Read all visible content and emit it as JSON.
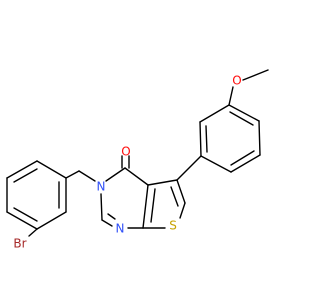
{
  "atoms": {
    "oxygen_carbonyl": "O",
    "nitrogen_3": "N",
    "nitrogen_1": "N",
    "sulfur": "S",
    "bromine": "Br",
    "oxygen_methoxy": "O"
  },
  "colors": {
    "bond": "#000000",
    "O": "#ff0d0d",
    "N": "#3050f8",
    "S": "#c6a200",
    "Br": "#a62929"
  }
}
